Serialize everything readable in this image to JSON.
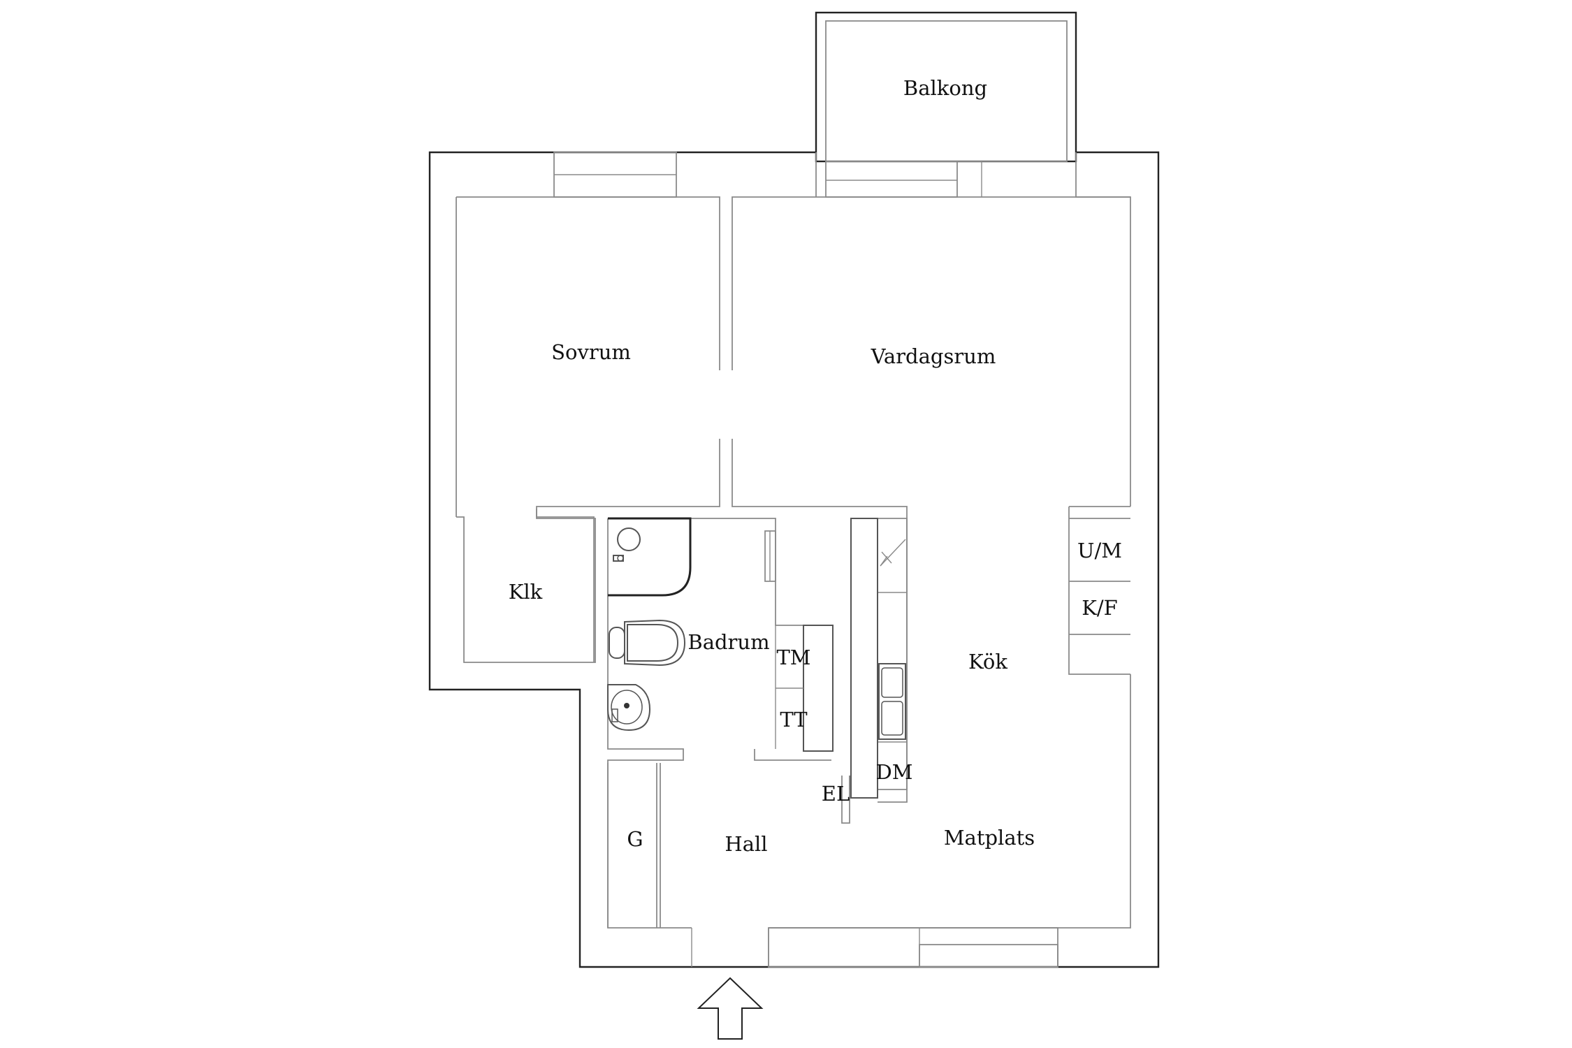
{
  "rooms": {
    "balkong": "Balkong",
    "sovrum": "Sovrum",
    "vardagsrum": "Vardagsrum",
    "klk": "Klk",
    "badrum": "Badrum",
    "kok": "Kök",
    "hall": "Hall",
    "matplats": "Matplats",
    "g": "G"
  },
  "appliances": {
    "um": "U/M",
    "kf": "K/F",
    "tm": "TM",
    "tt": "TT",
    "dm": "DM",
    "el": "EL"
  },
  "icons": {
    "entrance": "entrance-arrow-icon",
    "toilet": "toilet-icon",
    "sink": "sink-icon",
    "shower": "shower-icon",
    "kitchen_sink": "kitchen-sink-icon"
  }
}
